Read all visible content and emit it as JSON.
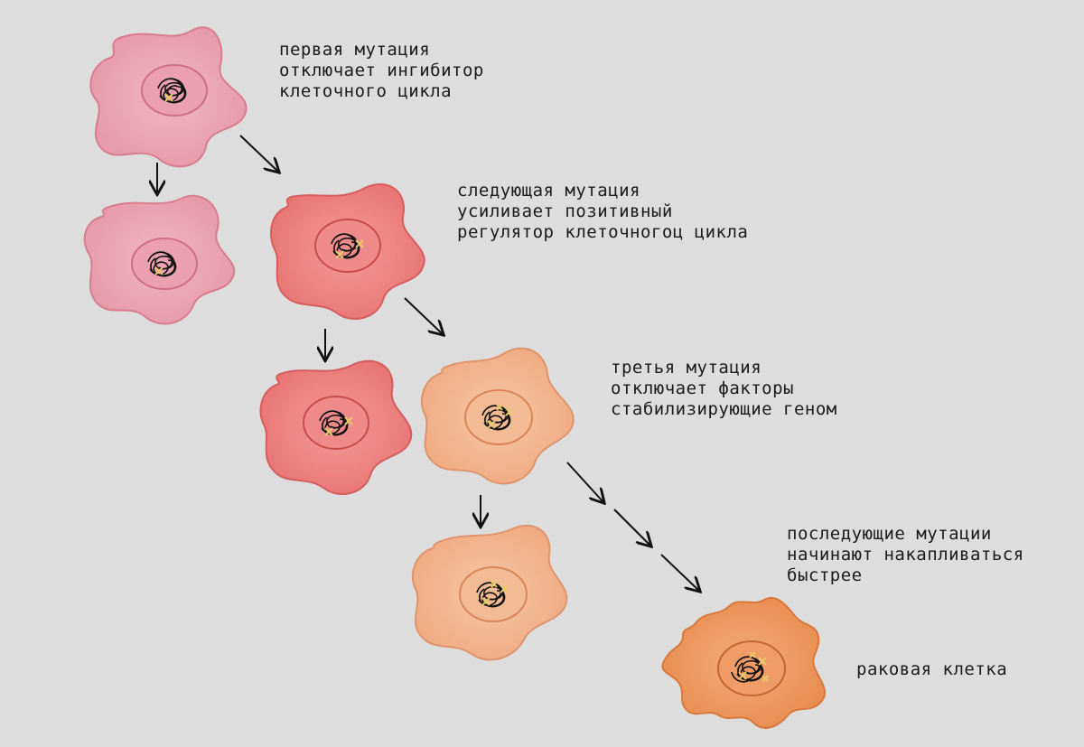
{
  "captions": {
    "first": {
      "line1": "первая мутация",
      "line2": "отключает ингибитор",
      "line3": "клеточного цикла"
    },
    "second": {
      "line1": "следующая мутация",
      "line2": "усиливает позитивный",
      "line3": "регулятор клеточногоц цикла"
    },
    "third": {
      "line1": "третья мутация",
      "line2": "отключает факторы",
      "line3": "стабилизирующие геном"
    },
    "fourth": {
      "line1": "последующие мутации",
      "line2": "начинают накапливаться",
      "line3": "быстрее"
    },
    "final": {
      "line1": "раковая клетка"
    }
  },
  "colors": {
    "background": "#dddddd",
    "stage1_cell": "#e8a3b3",
    "stage2_cell": "#ec8585",
    "stage3_cell": "#f2b58f",
    "cancer_cell": "#ec9a63",
    "mutation_marks": "#e8c96a",
    "chromatin": "#111111"
  }
}
